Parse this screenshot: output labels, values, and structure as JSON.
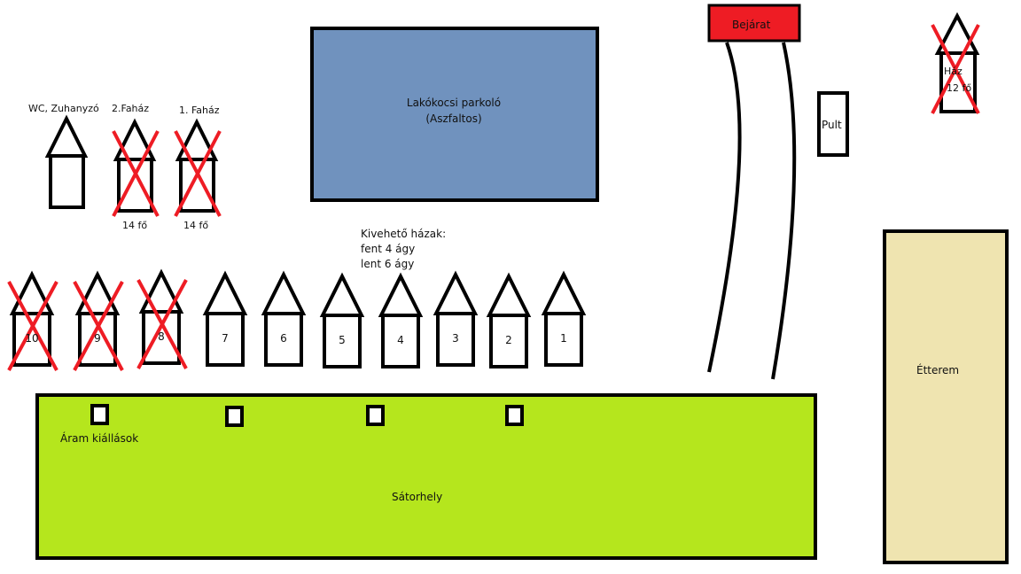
{
  "entrance": {
    "label": "Bejárat",
    "color": "#ee1c24"
  },
  "reception": {
    "label": "Pult"
  },
  "caravan_parking": {
    "line1": "Lakókocsi parkoló",
    "line2": "(Aszfaltos)",
    "color": "#7092be"
  },
  "restaurant": {
    "label": "Étterem",
    "color": "#efe4b0"
  },
  "tent_area": {
    "label": "Sátorhely",
    "color": "#b5e61d"
  },
  "power": {
    "label": "Áram kiállások"
  },
  "rentable": {
    "line1": "Kivehető házak:",
    "line2": "fent 4 ágy",
    "line3": "lent 6 ágy"
  },
  "wc": {
    "label": "WC, Zuhanyzó"
  },
  "cabin2": {
    "label": "2.Faház",
    "capacity": "14 fő"
  },
  "cabin1": {
    "label": "1. Faház",
    "capacity": "14 fő"
  },
  "top_right_house": {
    "label": "Ház",
    "capacity": "12 fő"
  },
  "houses": [
    {
      "number": "10",
      "crossed": true
    },
    {
      "number": "9",
      "crossed": true
    },
    {
      "number": "8",
      "crossed": true
    },
    {
      "number": "7",
      "crossed": false
    },
    {
      "number": "6",
      "crossed": false
    },
    {
      "number": "5",
      "crossed": false
    },
    {
      "number": "4",
      "crossed": false
    },
    {
      "number": "3",
      "crossed": false
    },
    {
      "number": "2",
      "crossed": false
    },
    {
      "number": "1",
      "crossed": false
    }
  ],
  "cross_color": "#ee1c24"
}
